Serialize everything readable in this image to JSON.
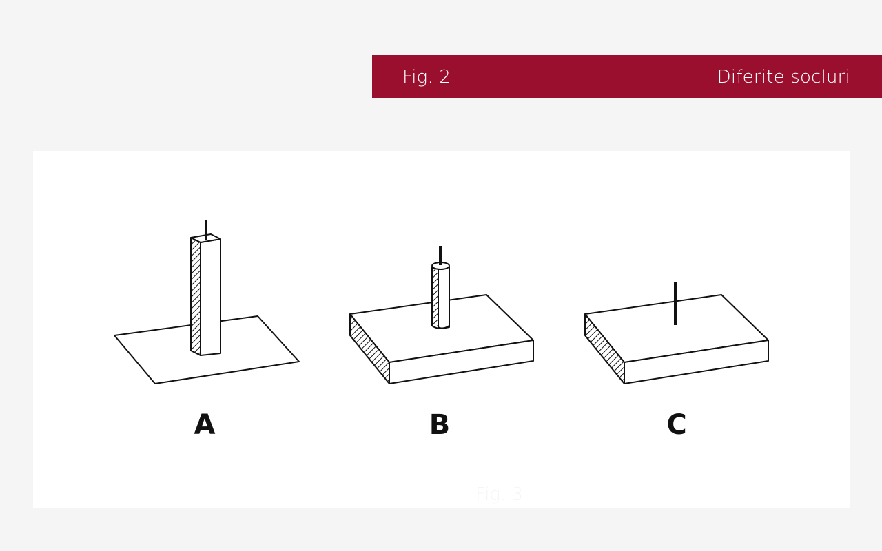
{
  "banner": {
    "figure_number": "Fig. 2",
    "title": "Diferite socluri"
  },
  "figure": {
    "labels": [
      "A",
      "B",
      "C"
    ],
    "caption": "Fig. 3"
  },
  "colors": {
    "banner_bg": "#9a0e2e",
    "page_bg": "#f5f5f5",
    "panel_bg": "#ffffff",
    "ink": "#111111"
  }
}
